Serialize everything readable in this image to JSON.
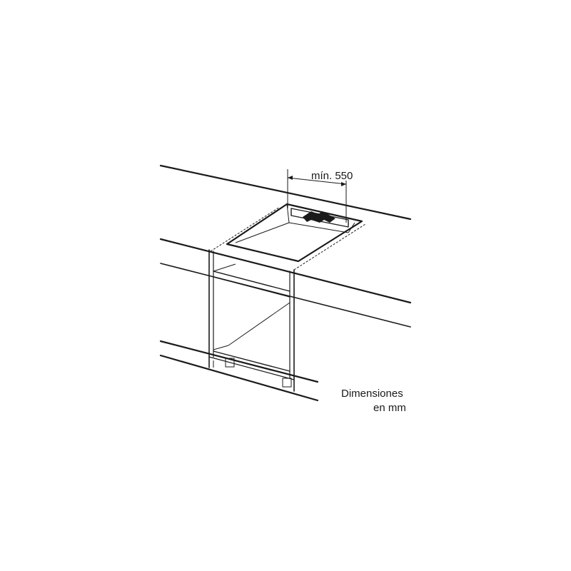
{
  "dimension_label": "mín. 550",
  "note_line1": "Dimensiones",
  "note_line2": "en mm",
  "colors": {
    "ink": "#1a1a1a",
    "background": "#ffffff"
  },
  "icons": [
    "ventilation-arrow-icon"
  ]
}
